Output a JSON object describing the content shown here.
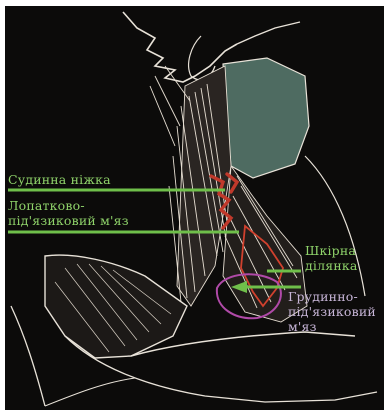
{
  "colors": {
    "background": "#0c0b0a",
    "label_green": "#8fd36a",
    "pointer_green": "#6fbf4a",
    "label_lavender": "#c8b6d8",
    "vessel_red": "#c0392b",
    "muscle_outline": "#d0412e",
    "skin_patch": "#b04aa8",
    "thyroid_fill": "#4e6b61"
  },
  "labels": {
    "vascular_pedicle": "Судинна ніжка",
    "omohyoid_1": "Лопатково-",
    "omohyoid_2": "під'язиковий м'яз",
    "skin_1": "Шкірна",
    "skin_2": "ділянка",
    "sternohyoid_1": "Грудинно-",
    "sternohyoid_2": "під'язиковий",
    "sternohyoid_3": "м'яз"
  }
}
